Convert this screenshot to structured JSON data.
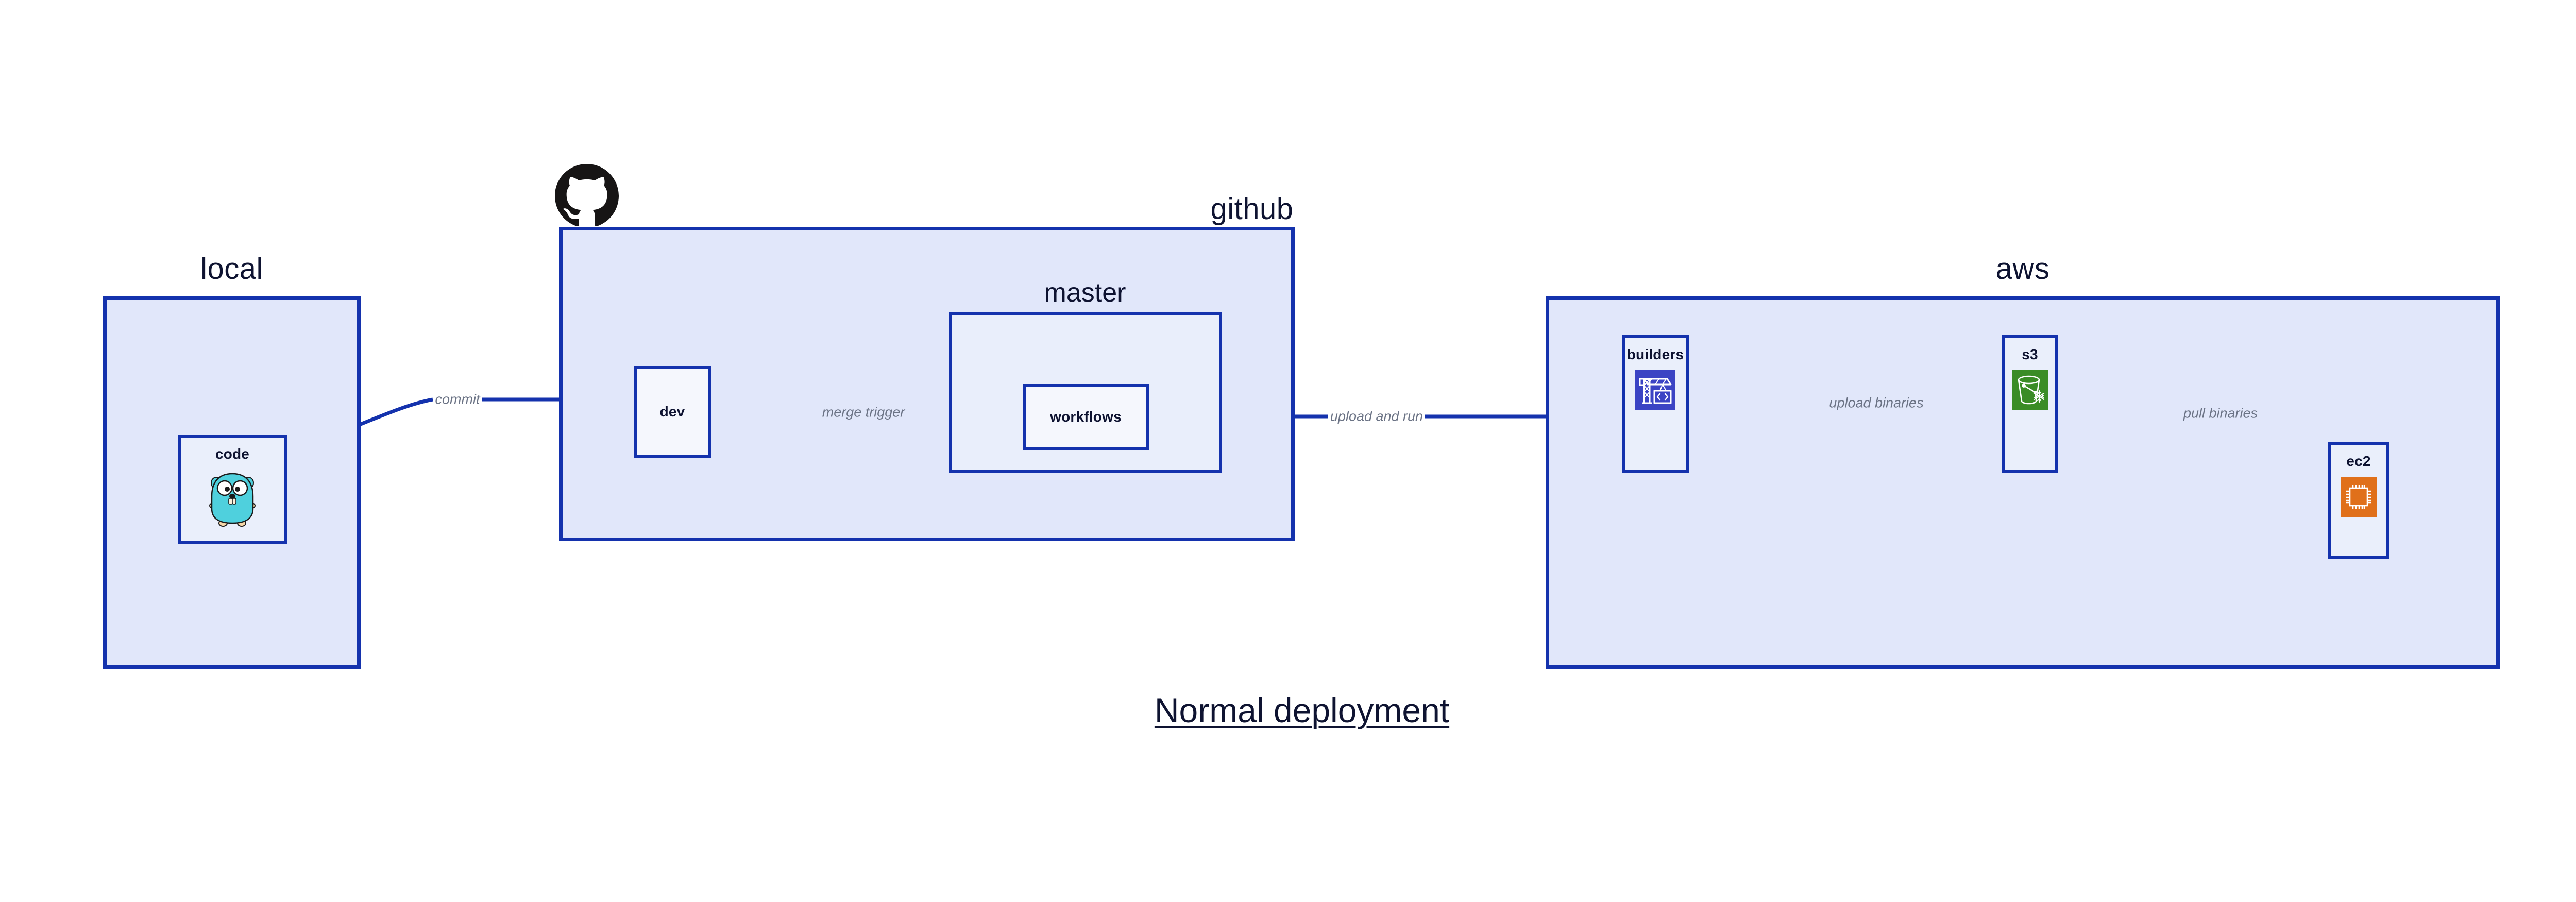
{
  "diagram": {
    "title": "Normal deployment",
    "accent_border": "#1432ad",
    "group_fill": "#e1e7fa",
    "subgroup_fill": "#e9eefb",
    "node_fill": "#eaeffb",
    "label_color": "#6b7385",
    "text_color": "#0e1331"
  },
  "groups": {
    "local": {
      "label": "local",
      "nodes": {
        "code": {
          "label": "code",
          "icon": "go-gopher-icon"
        }
      }
    },
    "github": {
      "label": "github",
      "logo_icon": "github-octocat-icon",
      "nodes": {
        "dev": {
          "label": "dev"
        }
      },
      "subgroups": {
        "master": {
          "label": "master",
          "nodes": {
            "workflows": {
              "label": "workflows"
            }
          }
        }
      }
    },
    "aws": {
      "label": "aws",
      "nodes": {
        "builders": {
          "label": "builders",
          "icon": "aws-codebuild-crane-icon",
          "icon_color": "#3b44c4"
        },
        "s3": {
          "label": "s3",
          "icon": "aws-s3-glacier-bucket-icon",
          "icon_color": "#3a8c26"
        },
        "ec2": {
          "label": "ec2",
          "icon": "aws-ec2-cpu-icon",
          "icon_color": "#e0701a"
        }
      }
    }
  },
  "edges": [
    {
      "id": "commit",
      "label": "commit",
      "from": "code",
      "to": "dev"
    },
    {
      "id": "merge-trigger",
      "label": "merge trigger",
      "from": "dev",
      "to": "workflows"
    },
    {
      "id": "upload-and-run",
      "label": "upload and run",
      "from": "workflows",
      "to": "builders"
    },
    {
      "id": "upload-binaries",
      "label": "upload binaries",
      "from": "builders",
      "to": "s3"
    },
    {
      "id": "pull-binaries",
      "label": "pull binaries",
      "from": "s3",
      "to": "ec2"
    }
  ]
}
